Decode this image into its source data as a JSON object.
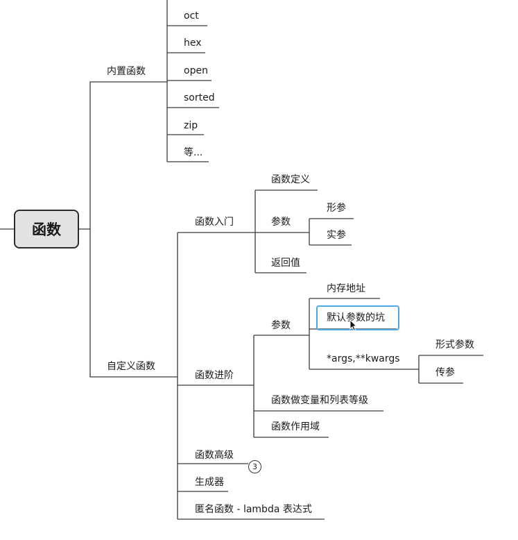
{
  "root": {
    "label": "函数"
  },
  "builtin": {
    "label": "内置函数",
    "items": [
      "oct",
      "hex",
      "open",
      "sorted",
      "zip",
      "等..."
    ]
  },
  "custom": {
    "label": "自定义函数",
    "intro": {
      "label": "函数入门",
      "define": "函数定义",
      "params": {
        "label": "参数",
        "formal": "形参",
        "actual": "实参"
      },
      "return": "返回值"
    },
    "advanced": {
      "label": "函数进阶",
      "params": {
        "label": "参数",
        "memory": "内存地址",
        "default_pitfall": "默认参数的坑",
        "args": "*args,**kwargs",
        "args_formal": "形式参数",
        "args_actual": "传参"
      },
      "as_variable": "函数做变量和列表等级",
      "scope": "函数作用域"
    },
    "higher": {
      "label": "函数高级",
      "collapsed_count": "3"
    },
    "generator": "生成器",
    "lambda": "匿名函数 - lambda 表达式"
  }
}
